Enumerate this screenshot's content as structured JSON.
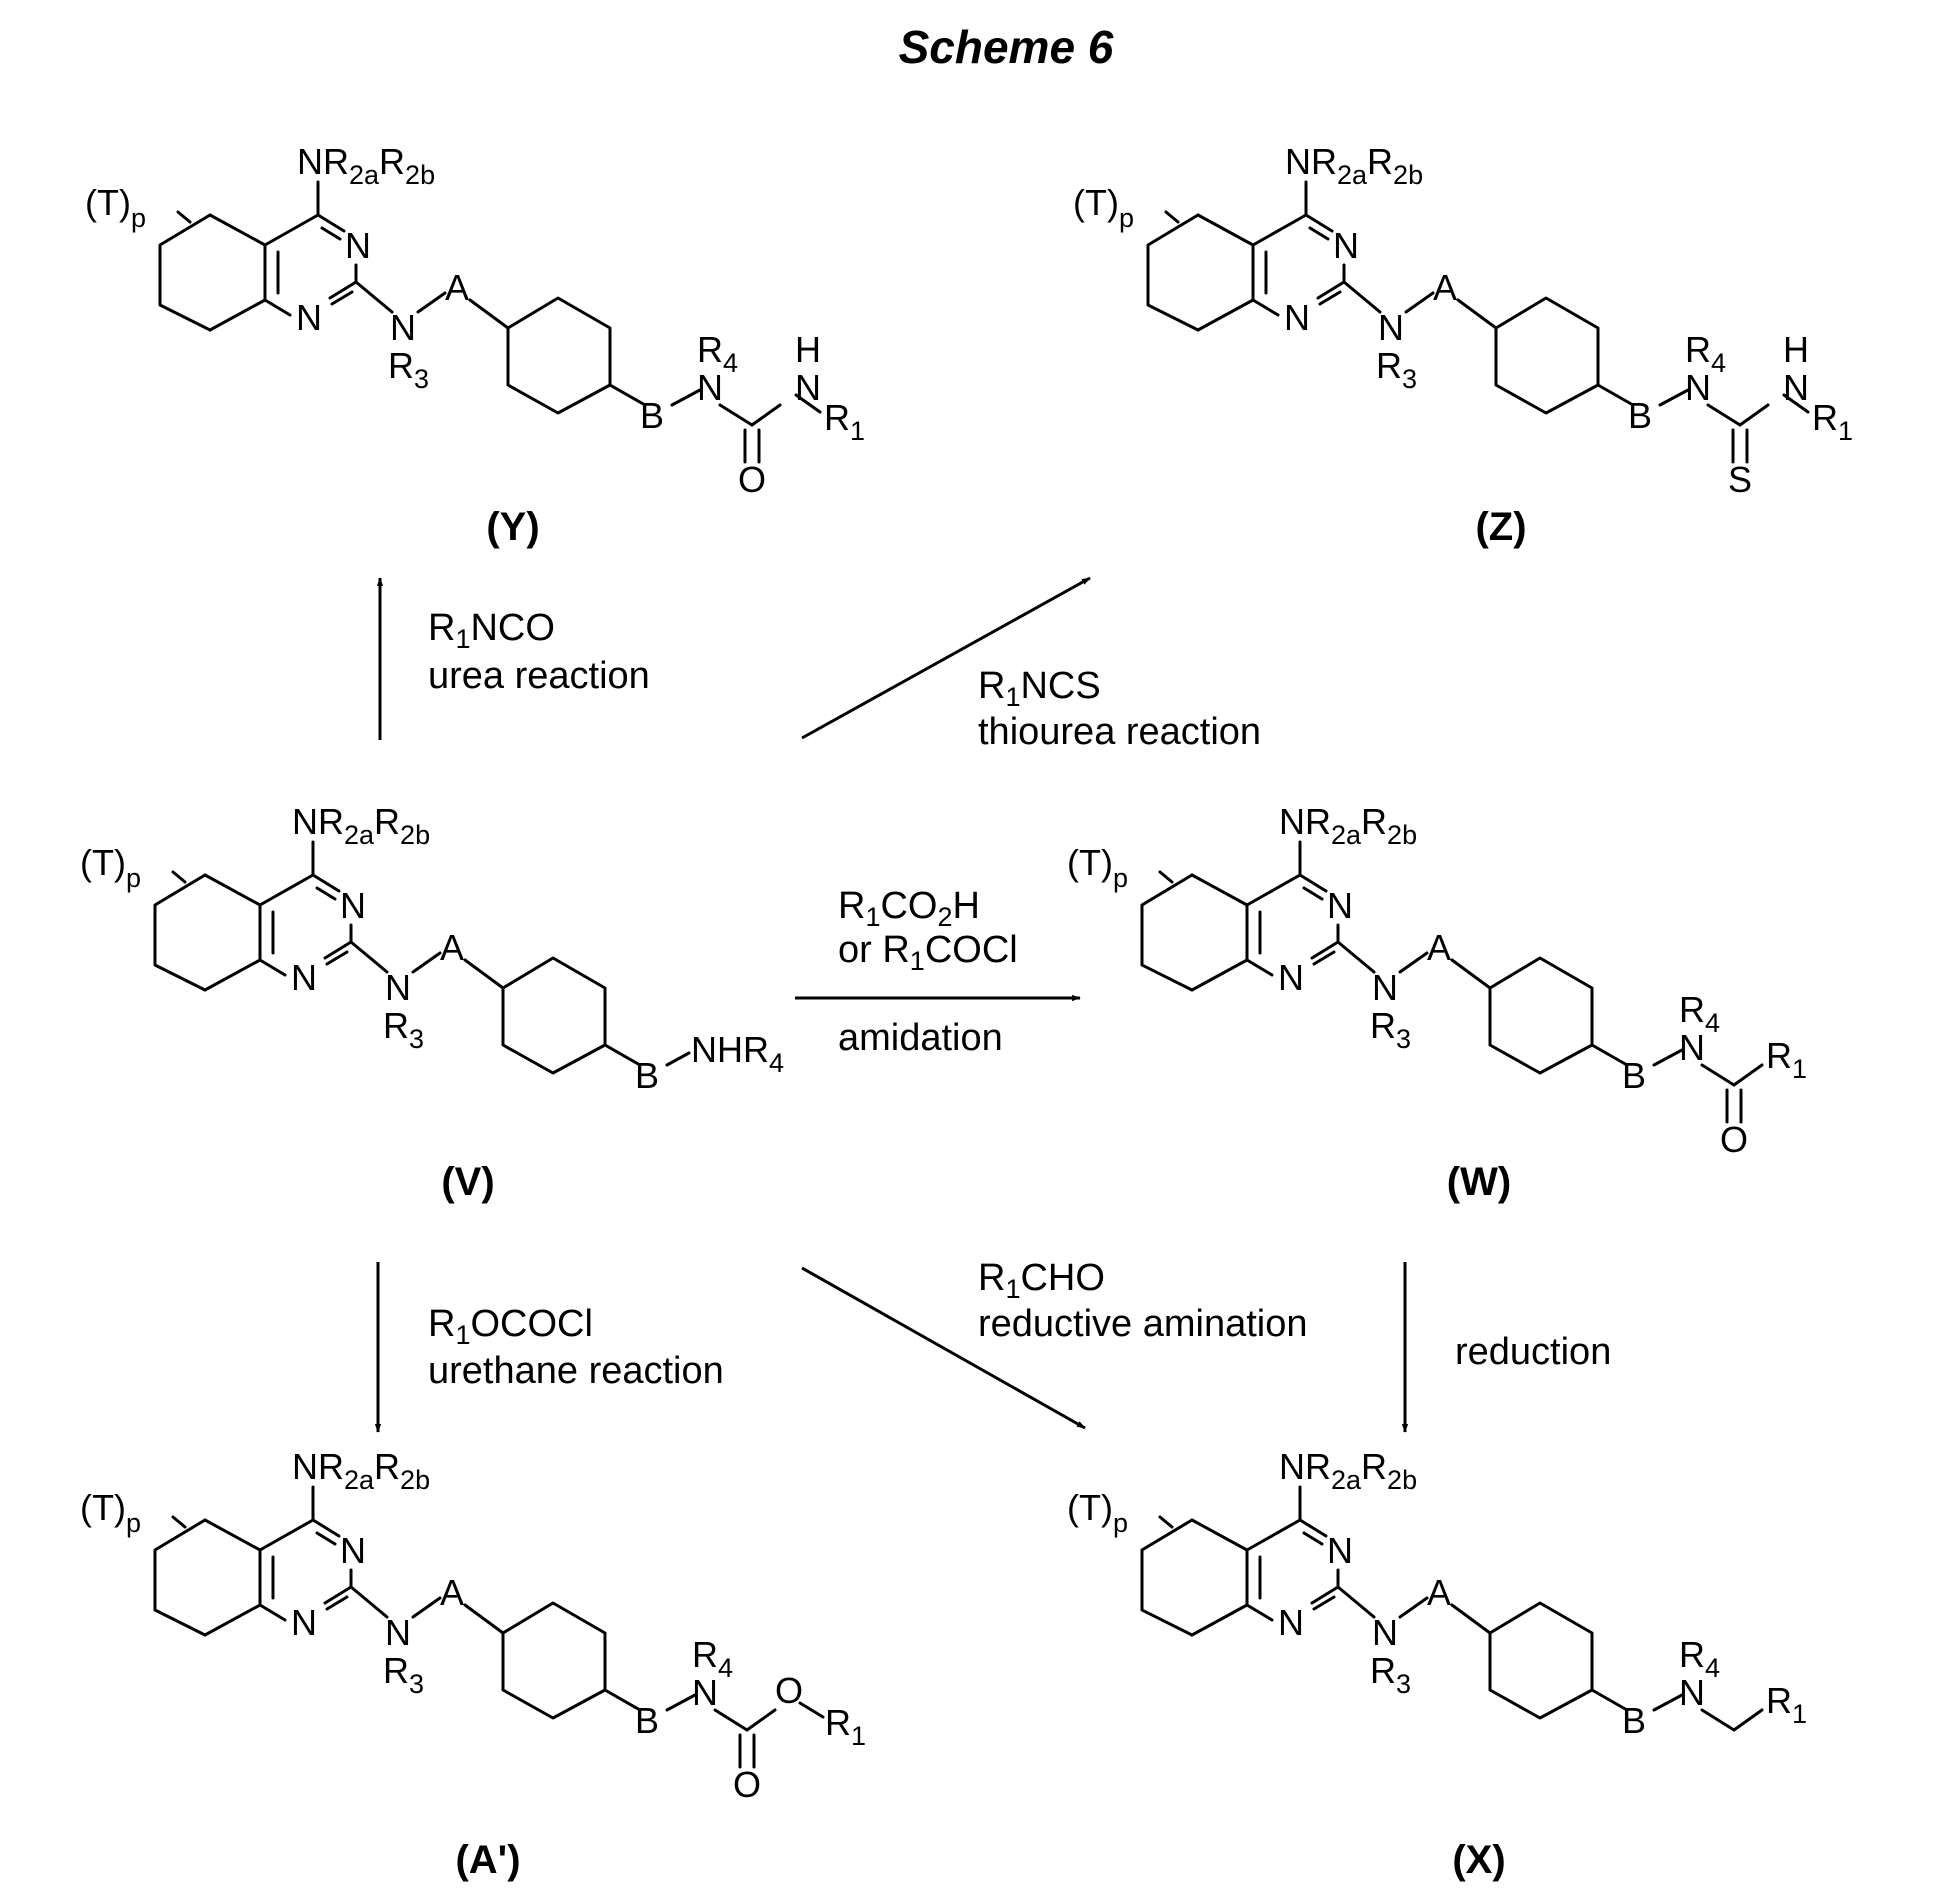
{
  "title": "Scheme 6",
  "core": {
    "amine": [
      "NR",
      "2a",
      "R",
      "2b"
    ],
    "tp": [
      "(T)",
      "p"
    ],
    "n_top": "N",
    "n_bottom": "N",
    "nh_n": "N",
    "a": "A",
    "r3": [
      "R",
      "3"
    ],
    "b": "B"
  },
  "compounds": {
    "Y": {
      "label": "(Y)",
      "r4": [
        "R",
        "4"
      ],
      "n1": "N",
      "h": "H",
      "n2": "N",
      "r1": [
        "R",
        "1"
      ],
      "o": "O"
    },
    "Z": {
      "label": "(Z)",
      "r4": [
        "R",
        "4"
      ],
      "n1": "N",
      "h": "H",
      "n2": "N",
      "r1": [
        "R",
        "1"
      ],
      "s": "S"
    },
    "V": {
      "label": "(V)",
      "tail": [
        "NHR",
        "4"
      ]
    },
    "W": {
      "label": "(W)",
      "r4": [
        "R",
        "4"
      ],
      "n1": "N",
      "r1": [
        "R",
        "1"
      ],
      "o": "O"
    },
    "Ap": {
      "label": "(A')",
      "r4": [
        "R",
        "4"
      ],
      "n1": "N",
      "o1": "O",
      "r1": [
        "R",
        "1"
      ],
      "o2": "O"
    },
    "X": {
      "label": "(X)",
      "r4": [
        "R",
        "4"
      ],
      "n1": "N",
      "r1": [
        "R",
        "1"
      ]
    }
  },
  "reactions": {
    "to_Y": {
      "reagent": [
        "R",
        "1",
        "NCO"
      ],
      "name": "urea reaction"
    },
    "to_Z": {
      "reagent": [
        "R",
        "1",
        "NCS"
      ],
      "name": "thiourea reaction"
    },
    "to_W": {
      "reagent1": [
        "R",
        "1",
        "CO",
        "2",
        "H"
      ],
      "reagent2": [
        "or R",
        "1",
        "COCl"
      ],
      "name": "amidation"
    },
    "to_Ap": {
      "reagent": [
        "R",
        "1",
        "OCOCl"
      ],
      "name": "urethane reaction"
    },
    "to_X": {
      "reagent": [
        "R",
        "1",
        "CHO"
      ],
      "name": "reductive amination"
    },
    "W_to_X": {
      "name": "reduction"
    }
  }
}
